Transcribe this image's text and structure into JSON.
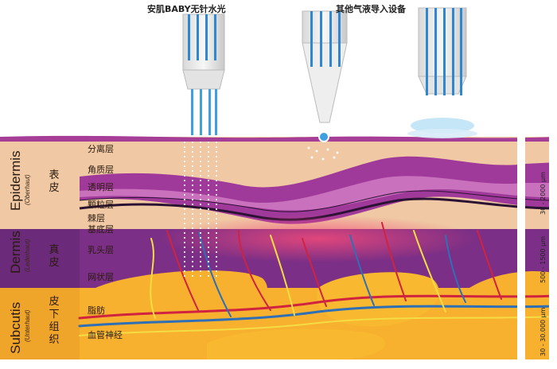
{
  "titles": {
    "left": "安肌BABY无针水光",
    "right": "其他气液导入设备"
  },
  "zones": [
    {
      "name": "Epidermis",
      "sub": "(Oberhaut)",
      "cn": [
        "表",
        "皮"
      ],
      "scale": "30 - 2000 µm"
    },
    {
      "name": "Dermis",
      "sub": "(Lederhaut)",
      "cn": [
        "真",
        "皮"
      ],
      "scale": "500 - 1500 µm"
    },
    {
      "name": "Subcutis",
      "sub": "(Unterhaut)",
      "cn": [
        "皮",
        "下",
        "组",
        "织"
      ],
      "scale": "30 - 30.000 µm"
    }
  ],
  "layers": {
    "epidermis": [
      "分离层",
      "角质层",
      "透明层",
      "颗粒层",
      "棘层",
      "基底层"
    ],
    "dermis": [
      "乳头层",
      "网状层"
    ],
    "subcutis": [
      "脂肪",
      "血管神经"
    ]
  },
  "colors": {
    "epidermis_bg": "#f0c9a4",
    "dermis_bg": "#7b2f86",
    "subcutis_bg": "#f7b12f",
    "band_purple": "#a03a9a",
    "band_light": "#d57fc6",
    "vessel_red": "#d0233f",
    "vessel_blue": "#2f6fb5",
    "nerve_yellow": "#f4dc44"
  }
}
